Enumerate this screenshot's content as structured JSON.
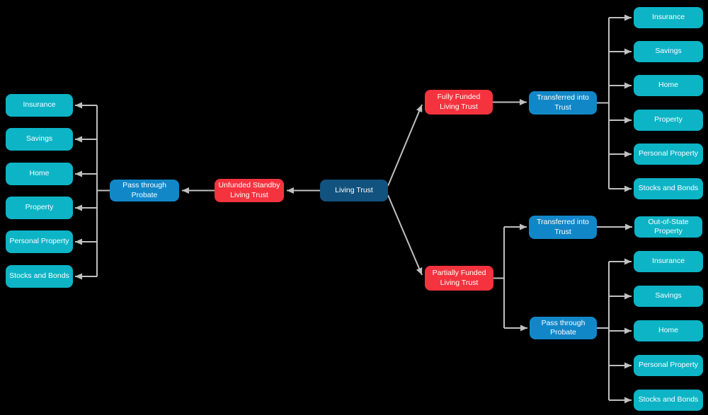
{
  "diagram": {
    "background_color": "#000000",
    "connector_color": "#C0C0C0",
    "text_color": "#FFFFFF",
    "node_colors": {
      "root": "#12527E",
      "trust_type": "#F5333F",
      "transfer_method": "#1287C8",
      "asset": "#0DB4C6"
    },
    "nodes": {
      "living_trust": "Living Trust",
      "unfunded_standby": "Unfunded Standby Living Trust",
      "pass_through_probate_left": "Pass through Probate",
      "fully_funded": "Fully Funded Living Trust",
      "transferred_into_trust_top": "Transferred into Trust",
      "partially_funded": "Partially Funded Living Trust",
      "transferred_into_trust_bottom": "Transferred into Trust",
      "pass_through_probate_bottom": "Pass through Probate",
      "out_of_state_property": "Out-of-State Property"
    },
    "left_probate_assets": [
      "Insurance",
      "Savings",
      "Home",
      "Property",
      "Personal Property",
      "Stocks and Bonds"
    ],
    "fully_funded_trust_assets": [
      "Insurance",
      "Savings",
      "Home",
      "Property",
      "Personal Property",
      "Stocks and Bonds"
    ],
    "partially_funded_probate_assets": [
      "Insurance",
      "Savings",
      "Home",
      "Personal Property",
      "Stocks and Bonds"
    ]
  }
}
